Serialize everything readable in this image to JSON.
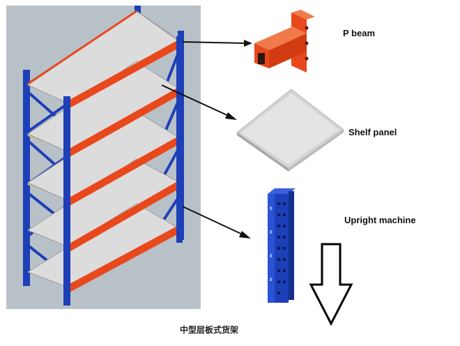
{
  "labels": {
    "beam": "P beam",
    "panel": "Shelf panel",
    "upright": "Upright machine"
  },
  "caption": "中型层板式货架",
  "colors": {
    "photo_background": "#b9c1c8",
    "upright_blue": "#1d3fb8",
    "beam_orange": "#e8481c",
    "panel_gray": "#dcdcdc",
    "arrow": "#111111"
  },
  "icons": [
    "down-arrow-icon"
  ]
}
